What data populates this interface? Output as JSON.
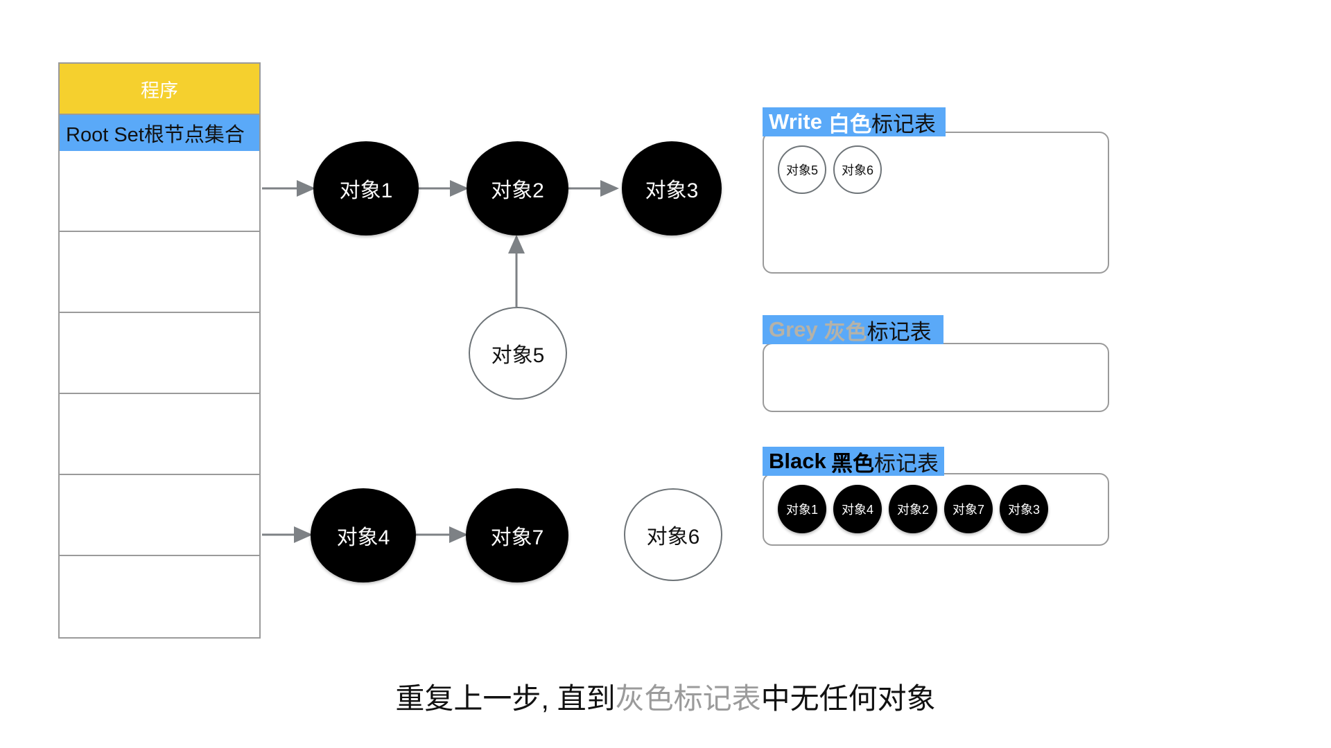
{
  "diagram": {
    "title_caption": {
      "prefix": "重复上一步, 直到",
      "highlight": "灰色标记表",
      "suffix": "中无任何对象"
    }
  },
  "rootset_table": {
    "program_label": "程序",
    "rootset_label": "Root Set根节点集合",
    "empty_row_count": 6,
    "header_color": "#F5D02E",
    "subheader_color": "#5AA9F8"
  },
  "graph": {
    "nodes": [
      {
        "id": "obj1",
        "label": "对象1",
        "color": "black"
      },
      {
        "id": "obj2",
        "label": "对象2",
        "color": "black"
      },
      {
        "id": "obj3",
        "label": "对象3",
        "color": "black"
      },
      {
        "id": "obj5",
        "label": "对象5",
        "color": "white"
      },
      {
        "id": "obj4",
        "label": "对象4",
        "color": "black"
      },
      {
        "id": "obj7",
        "label": "对象7",
        "color": "black"
      },
      {
        "id": "obj6",
        "label": "对象6",
        "color": "white"
      }
    ],
    "edges": [
      {
        "from": "root-set",
        "to": "obj1"
      },
      {
        "from": "obj1",
        "to": "obj2"
      },
      {
        "from": "obj2",
        "to": "obj3"
      },
      {
        "from": "obj5",
        "to": "obj2"
      },
      {
        "from": "root-set",
        "to": "obj4"
      },
      {
        "from": "obj4",
        "to": "obj7"
      }
    ]
  },
  "mark_tables": [
    {
      "id": "write",
      "en": "Write",
      "cn_color_word": "白色",
      "cn_suffix": "标记表",
      "en_text_color": "#ffffff",
      "cn_color_word_color": "#ffffff",
      "cn_suffix_color": "#111111",
      "items": [
        {
          "label": "对象5",
          "color": "white"
        },
        {
          "label": "对象6",
          "color": "white"
        }
      ]
    },
    {
      "id": "grey",
      "en": "Grey",
      "cn_color_word": "灰色",
      "cn_suffix": "标记表",
      "en_text_color": "#b5b2a8",
      "cn_color_word_color": "#b5b2a8",
      "cn_suffix_color": "#111111",
      "items": []
    },
    {
      "id": "black",
      "en": "Black",
      "cn_color_word": "黑色",
      "cn_suffix": "标记表",
      "en_text_color": "#000000",
      "cn_color_word_color": "#000000",
      "cn_suffix_color": "#111111",
      "items": [
        {
          "label": "对象1",
          "color": "black"
        },
        {
          "label": "对象4",
          "color": "black"
        },
        {
          "label": "对象2",
          "color": "black"
        },
        {
          "label": "对象7",
          "color": "black"
        },
        {
          "label": "对象3",
          "color": "black"
        }
      ]
    }
  ],
  "colors": {
    "accent_blue": "#5AA9F8",
    "accent_yellow": "#F5D02E",
    "stroke_grey": "#9a9a9a",
    "arrow_grey": "#7d8185",
    "grey_text": "#9b9b9b"
  }
}
